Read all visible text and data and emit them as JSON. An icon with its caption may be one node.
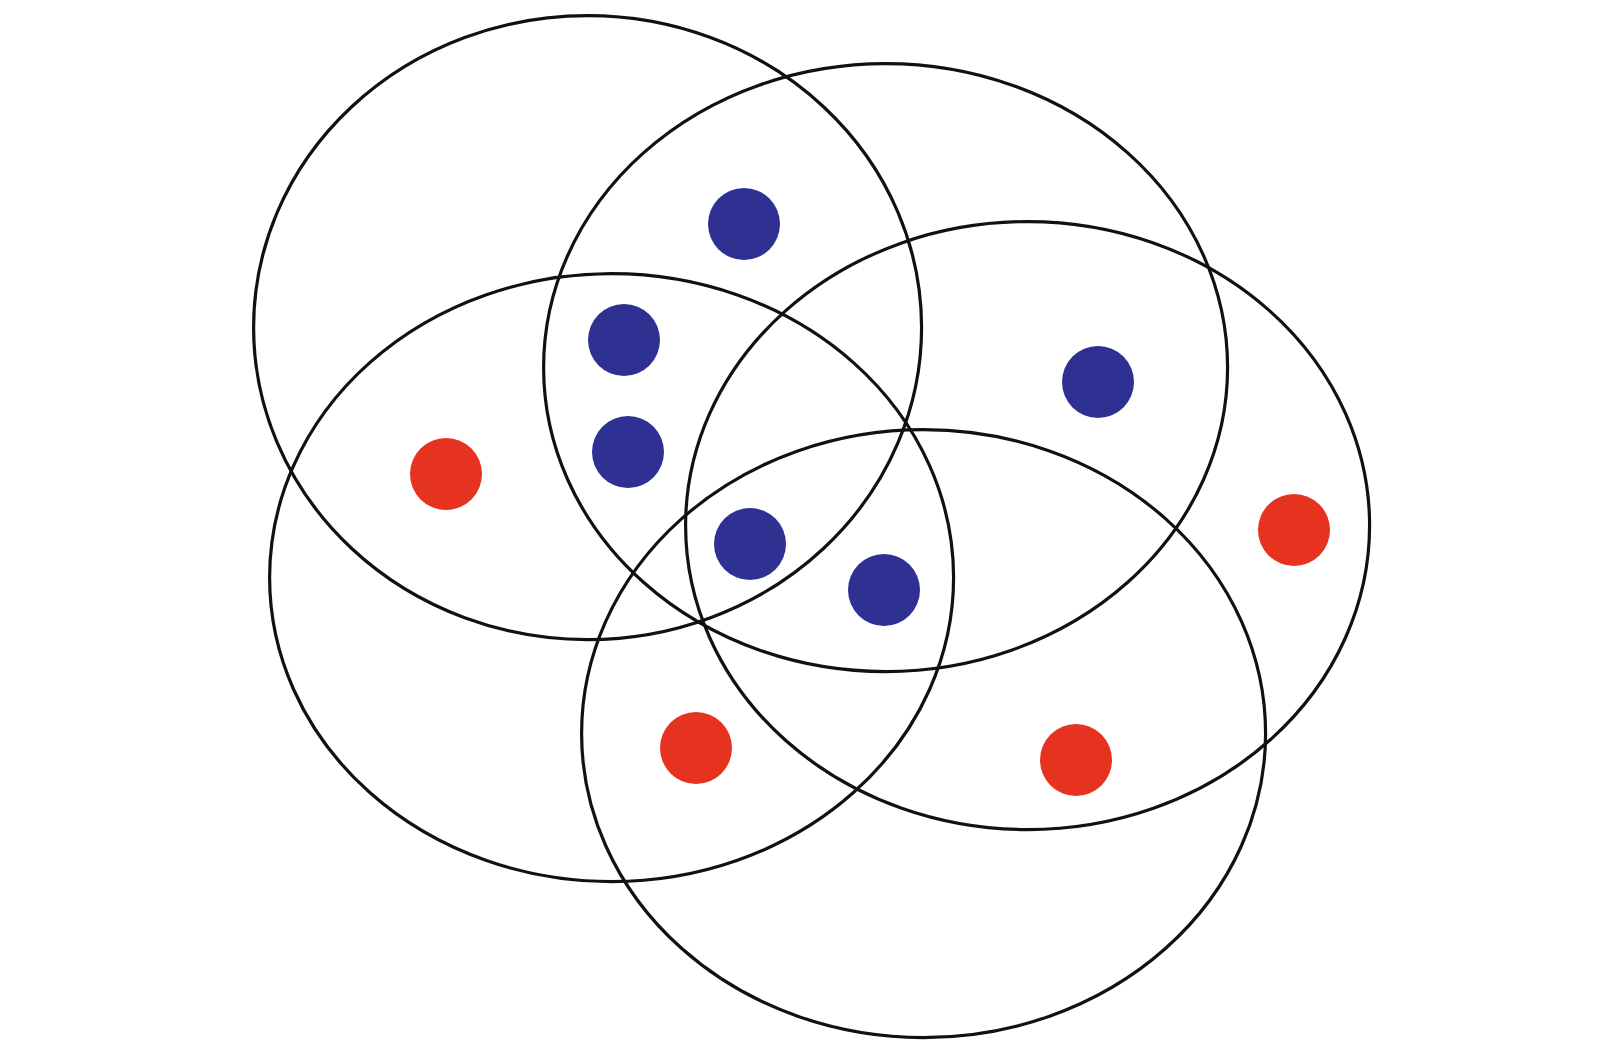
{
  "diagram": {
    "nodes": [
      {
        "text": [],
        "shape": "ellipse"
      },
      {
        "text": [],
        "shape": "ellipse"
      },
      {
        "text": [],
        "shape": "ellipse"
      },
      {
        "text": [],
        "shape": "ellipse"
      },
      {
        "text": [],
        "shape": "ellipse"
      },
      {
        "text": [],
        "shape": "dot"
      },
      {
        "text": [],
        "shape": "dot"
      },
      {
        "text": [],
        "shape": "dot"
      },
      {
        "text": [],
        "shape": "dot"
      },
      {
        "text": [],
        "shape": "dot"
      },
      {
        "text": [],
        "shape": "dot",
        "in": 3
      },
      {
        "text": [],
        "shape": "dot"
      },
      {
        "text": [],
        "shape": "dot"
      },
      {
        "text": [],
        "shape": "dot"
      },
      {
        "text": [],
        "shape": "dot"
      }
    ]
  }
}
